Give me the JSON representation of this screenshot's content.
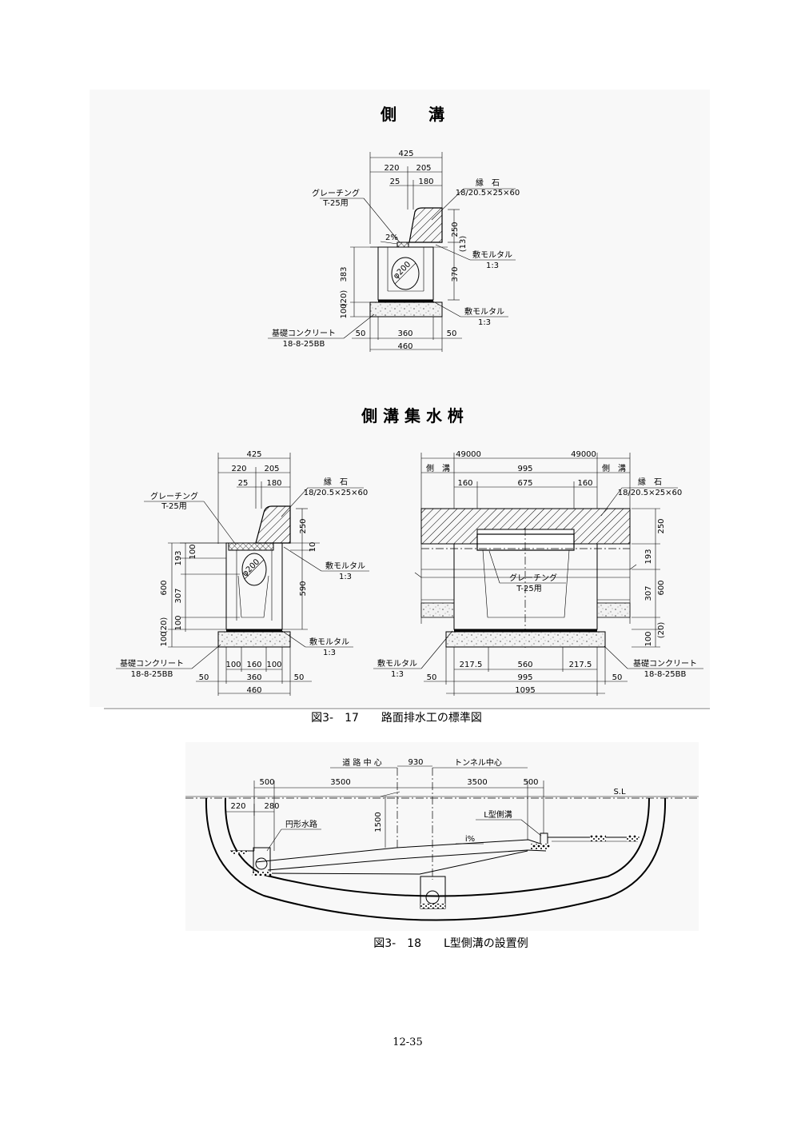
{
  "titles": {
    "section1": "側　　溝",
    "section2": "側 溝 集 水 桝"
  },
  "figure1": {
    "dims": {
      "w425": "425",
      "w220": "220",
      "w205": "205",
      "w25": "25",
      "w180": "180",
      "h250": "250",
      "h13": "(13)",
      "h370": "370",
      "h383": "383",
      "h20": "(20)",
      "h100": "100",
      "b50a": "50",
      "b360": "360",
      "b50b": "50",
      "b460": "460",
      "slope": "2%",
      "pipe": "φ200"
    },
    "labels": {
      "grating": "グレーチング",
      "grating_spec": "T-25用",
      "curb": "縁　石",
      "curb_spec": "18/20.5×25×60",
      "mortar1": "敷モルタル",
      "mortar1_ratio": "1:3",
      "mortar2": "敷モルタル",
      "mortar2_ratio": "1:3",
      "base": "基礎コンクリート",
      "base_spec": "18-8-25BB"
    }
  },
  "figure2_left": {
    "dims": {
      "w425": "425",
      "w220": "220",
      "w205": "205",
      "w25": "25",
      "w180": "180",
      "h250": "250",
      "h10": "10",
      "h193": "193",
      "h100a": "100",
      "h307": "307",
      "h600": "600",
      "h20": "(20)",
      "h100b": "100",
      "h100c": "100",
      "h590": "590",
      "b100a": "100",
      "b160": "160",
      "b100b": "100",
      "b50a": "50",
      "b360": "360",
      "b50b": "50",
      "b460": "460",
      "pipe": "φ200"
    },
    "labels": {
      "grating": "グレーチング",
      "grating_spec": "T-25用",
      "curb": "縁　石",
      "curb_spec": "18/20.5×25×60",
      "mortar1": "敷モルタル",
      "mortar1_ratio": "1:3",
      "mortar2": "敷モルタル",
      "mortar2_ratio": "1:3",
      "base": "基礎コンクリート",
      "base_spec": "18-8-25BB"
    }
  },
  "figure2_right": {
    "dims": {
      "t49000a": "49000",
      "t49000b": "49000",
      "t995": "995",
      "t160a": "160",
      "t675": "675",
      "t160b": "160",
      "h250": "250",
      "h193": "193",
      "h307": "307",
      "h600": "600",
      "h100": "100",
      "h20": "(20)",
      "b217a": "217.5",
      "b560": "560",
      "b217b": "217.5",
      "b50a": "50",
      "b995": "995",
      "b50b": "50",
      "b1095": "1095"
    },
    "labels": {
      "gutter_l": "側　溝",
      "gutter_r": "側　溝",
      "curb": "縁　石",
      "curb_spec": "18/20.5×25×60",
      "grating": "グレーチング",
      "grating_spec": "T-25用",
      "mortar": "敷モルタル",
      "mortar_ratio": "1:3",
      "base": "基礎コンクリート",
      "base_spec": "18-8-25BB"
    }
  },
  "caption1": "図3-　17　　路面排水工の標準図",
  "figure3": {
    "labels": {
      "road_center": "道 路 中 心",
      "tunnel_center": "トンネル中心",
      "circular": "円形水路",
      "l_gutter": "L型側溝",
      "sl": "S.L",
      "slope": "i%"
    },
    "dims": {
      "d500a": "500",
      "d3500a": "3500",
      "d930": "930",
      "d3500b": "3500",
      "d500b": "500",
      "d220": "220",
      "d280": "280",
      "d1500": "1500"
    }
  },
  "caption2": "図3-　18　　L型側溝の設置例",
  "page_number": "12-35"
}
